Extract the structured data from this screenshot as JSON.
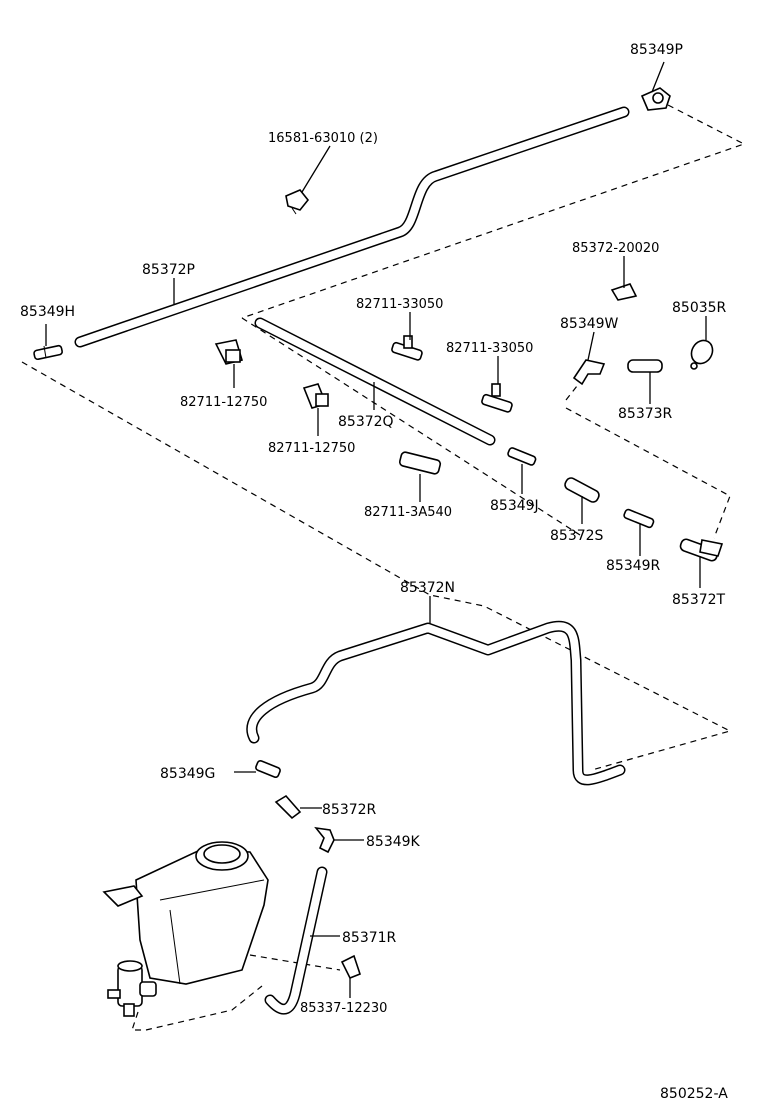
{
  "diagram": {
    "labels": {
      "p85349P": "85349P",
      "p16581": "16581-63010 (2)",
      "p85372P": "85372P",
      "p85349H": "85349H",
      "p85372_20020": "85372-20020",
      "p82711_33050a": "82711-33050",
      "p85035R": "85035R",
      "p85349W": "85349W",
      "p82711_33050b": "82711-33050",
      "p82711_12750a": "82711-12750",
      "p85373R": "85373R",
      "p85372Q": "85372Q",
      "p82711_12750b": "82711-12750",
      "p85349J": "85349J",
      "p82711_3A540": "82711-3A540",
      "p85372S": "85372S",
      "p85349R": "85349R",
      "p85372T": "85372T",
      "p85372N": "85372N",
      "p85349G": "85349G",
      "p85372R": "85372R",
      "p85349K": "85349K",
      "p85371R": "85371R",
      "p85337": "85337-12230",
      "figure_code": "850252-A"
    }
  }
}
